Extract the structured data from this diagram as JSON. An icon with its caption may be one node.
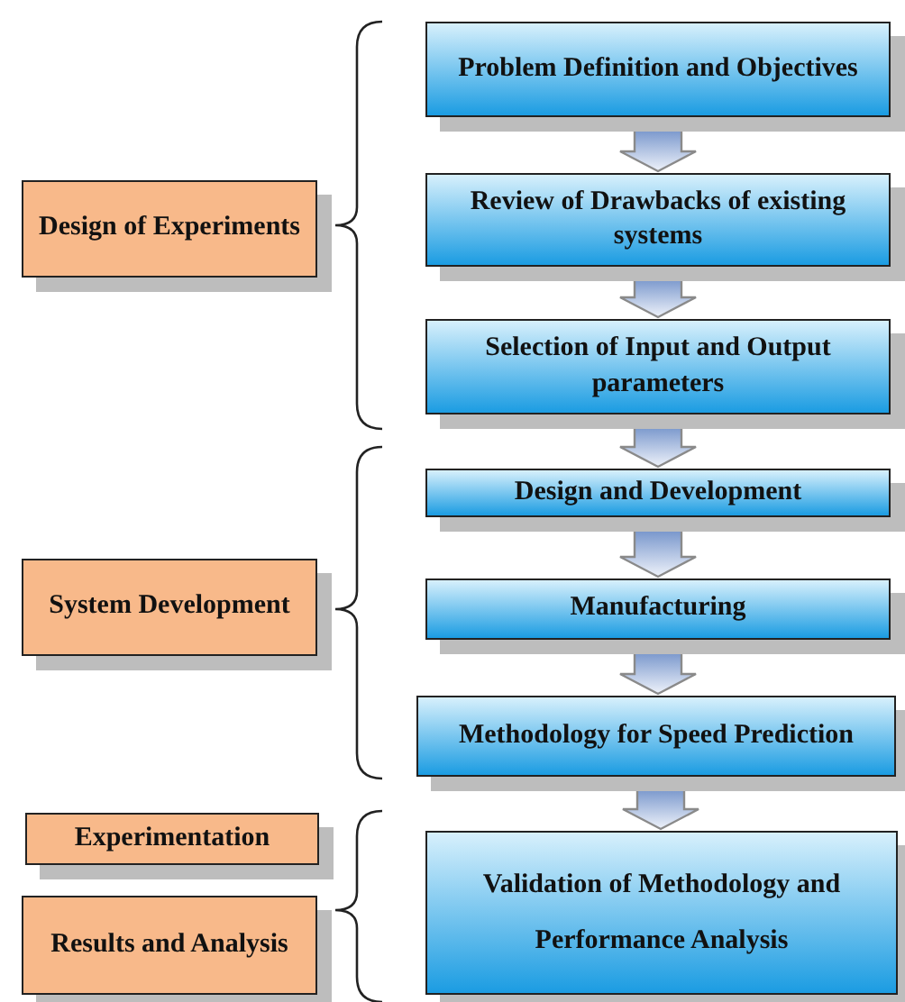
{
  "diagram": {
    "nodes": [
      {
        "text": [
          "Design of Experiments"
        ]
      },
      {
        "text": [
          "System Development"
        ]
      },
      {
        "text": [
          "Experimentation"
        ]
      },
      {
        "text": [
          "Results and Analysis"
        ]
      },
      {
        "text": [
          "Problem Definition and Objectives"
        ]
      },
      {
        "text": [
          "Review of Drawbacks of existing systems"
        ]
      },
      {
        "text": [
          "Selection of Input and Output parameters"
        ]
      },
      {
        "text": [
          "Design and Development"
        ]
      },
      {
        "text": [
          "Manufacturing"
        ]
      },
      {
        "text": [
          "Methodology for Speed Prediction"
        ]
      },
      {
        "text": [
          "Validation of Methodology and Performance Analysis"
        ]
      }
    ],
    "edges": [
      {
        "from": 4,
        "to": 5,
        "arrow": "to"
      },
      {
        "from": 5,
        "to": 6,
        "arrow": "to"
      },
      {
        "from": 6,
        "to": 7,
        "arrow": "to"
      },
      {
        "from": 7,
        "to": 8,
        "arrow": "to"
      },
      {
        "from": 8,
        "to": 9,
        "arrow": "to"
      },
      {
        "from": 9,
        "to": 10,
        "arrow": "to"
      }
    ]
  }
}
